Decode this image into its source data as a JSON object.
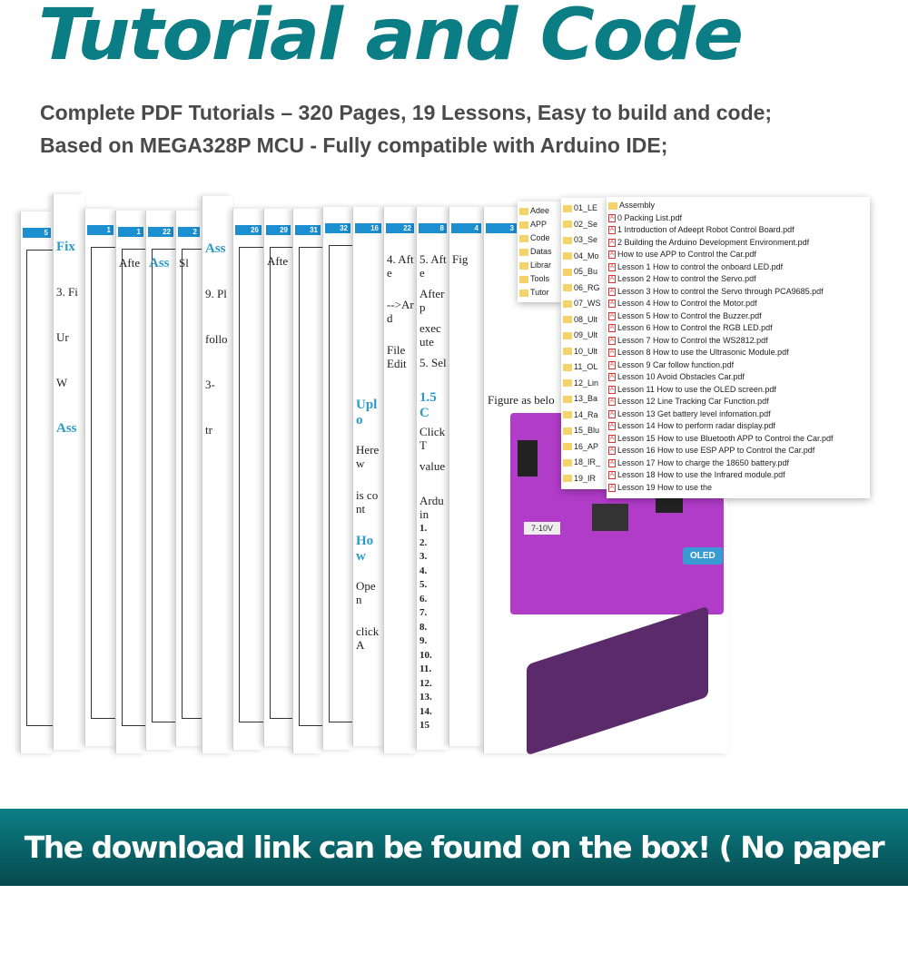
{
  "header": {
    "title": "Tutorial and Code",
    "subtitle_1": "Complete PDF Tutorials – 320 Pages, 19 Lessons, Easy to build and code;",
    "subtitle_2": "Based on MEGA328P MCU - Fully compatible with Arduino IDE;"
  },
  "pages": [
    {
      "tab": "5",
      "snips": []
    },
    {
      "tab": "",
      "snips": [
        "Fix",
        "3. Fi",
        "Ur",
        "W",
        "Ass"
      ]
    },
    {
      "tab": "1",
      "snips": []
    },
    {
      "tab": "1",
      "snips": [
        "Afte"
      ]
    },
    {
      "tab": "22",
      "snips": [
        "Ass"
      ]
    },
    {
      "tab": "2",
      "snips": [
        "Sl"
      ]
    },
    {
      "tab": "",
      "snips": [
        "Ass",
        "9. Pl",
        "follo",
        "3-",
        "tr"
      ]
    },
    {
      "tab": "26",
      "snips": []
    },
    {
      "tab": "29",
      "snips": [
        "Afte"
      ]
    },
    {
      "tab": "31",
      "snips": []
    },
    {
      "tab": "32",
      "snips": []
    },
    {
      "tab": "16",
      "snips": [
        "Uplo",
        "Here w",
        "is cont",
        "How",
        "Open",
        "click A"
      ]
    },
    {
      "tab": "22",
      "snips": [
        "4. Afte",
        "-->Ard",
        "File Edit"
      ]
    },
    {
      "tab": "8",
      "snips": [
        "5. Afte",
        "After p",
        "execute",
        "5. Sel",
        "1.5 C",
        "Click T",
        "value",
        "Arduin"
      ]
    },
    {
      "tab": "4",
      "snips": [
        "Fig"
      ]
    },
    {
      "tab": "3",
      "snips": [
        "Figure as belo"
      ]
    }
  ],
  "line_numbers": [
    "1.",
    "2.",
    "3.",
    "4.",
    "5.",
    "6.",
    "7.",
    "8.",
    "9.",
    "10.",
    "11.",
    "12.",
    "13.",
    "14.",
    "15"
  ],
  "folders_root": [
    "Adee",
    "APP",
    "Code",
    "Datas",
    "Librar",
    "Tools",
    "Tutor"
  ],
  "folders_code": [
    "01_LE",
    "02_Se",
    "03_Se",
    "04_Mo",
    "05_Bu",
    "06_RG",
    "07_WS",
    "08_Ult",
    "09_Ult",
    "10_Ult",
    "11_OL",
    "12_Lin",
    "13_Ba",
    "14_Ra",
    "15_Blu",
    "16_AP",
    "18_IR_",
    "19_IR"
  ],
  "files": [
    {
      "type": "folder",
      "name": "Assembly"
    },
    {
      "type": "pdf",
      "name": "0 Packing List.pdf"
    },
    {
      "type": "pdf",
      "name": "1 Introduction of Adeept Robot Control Board.pdf"
    },
    {
      "type": "pdf",
      "name": "2 Building the Arduino Development Environment.pdf"
    },
    {
      "type": "pdf",
      "name": "How to use APP to Control the Car.pdf"
    },
    {
      "type": "pdf",
      "name": "Lesson 1 How to control the onboard LED.pdf"
    },
    {
      "type": "pdf",
      "name": "Lesson 2 How to control the Servo.pdf"
    },
    {
      "type": "pdf",
      "name": "Lesson 3 How to control the Servo through PCA9685.pdf"
    },
    {
      "type": "pdf",
      "name": "Lesson 4 How to Control the Motor.pdf"
    },
    {
      "type": "pdf",
      "name": "Lesson 5 How to Control the Buzzer.pdf"
    },
    {
      "type": "pdf",
      "name": "Lesson 6 How to Control the RGB LED.pdf"
    },
    {
      "type": "pdf",
      "name": "Lesson 7 How to Control the WS2812.pdf"
    },
    {
      "type": "pdf",
      "name": "Lesson 8 How to use the Ultrasonic Module.pdf"
    },
    {
      "type": "pdf",
      "name": "Lesson 9 Car follow function.pdf"
    },
    {
      "type": "pdf",
      "name": "Lesson 10 Avoid Obstacles Car.pdf"
    },
    {
      "type": "pdf",
      "name": "Lesson 11 How to use the OLED screen.pdf"
    },
    {
      "type": "pdf",
      "name": "Lesson 12 Line Tracking Car Function.pdf"
    },
    {
      "type": "pdf",
      "name": "Lesson 13 Get battery level infomation.pdf"
    },
    {
      "type": "pdf",
      "name": "Lesson 14 How to perform radar display.pdf"
    },
    {
      "type": "pdf",
      "name": "Lesson 15 How to use  Bluetooth APP to Control the Car.pdf"
    },
    {
      "type": "pdf",
      "name": "Lesson 16 How to use ESP APP to Control the Car.pdf"
    },
    {
      "type": "pdf",
      "name": "Lesson 17 How to charge the 18650 battery.pdf"
    },
    {
      "type": "pdf",
      "name": "Lesson 18 How to use the Infrared module.pdf"
    },
    {
      "type": "pdf",
      "name": "Lesson 19 How to use the"
    }
  ],
  "board": {
    "oled_label": "OLED",
    "voltage_label": "7-10V"
  },
  "banner": {
    "text": "The download link can be found on the box! ( No paper tutorial )"
  },
  "colors": {
    "title": "#0b7d84",
    "banner": "#0b7f86",
    "tab": "#1b8fd0",
    "board": "#b03cc8"
  }
}
